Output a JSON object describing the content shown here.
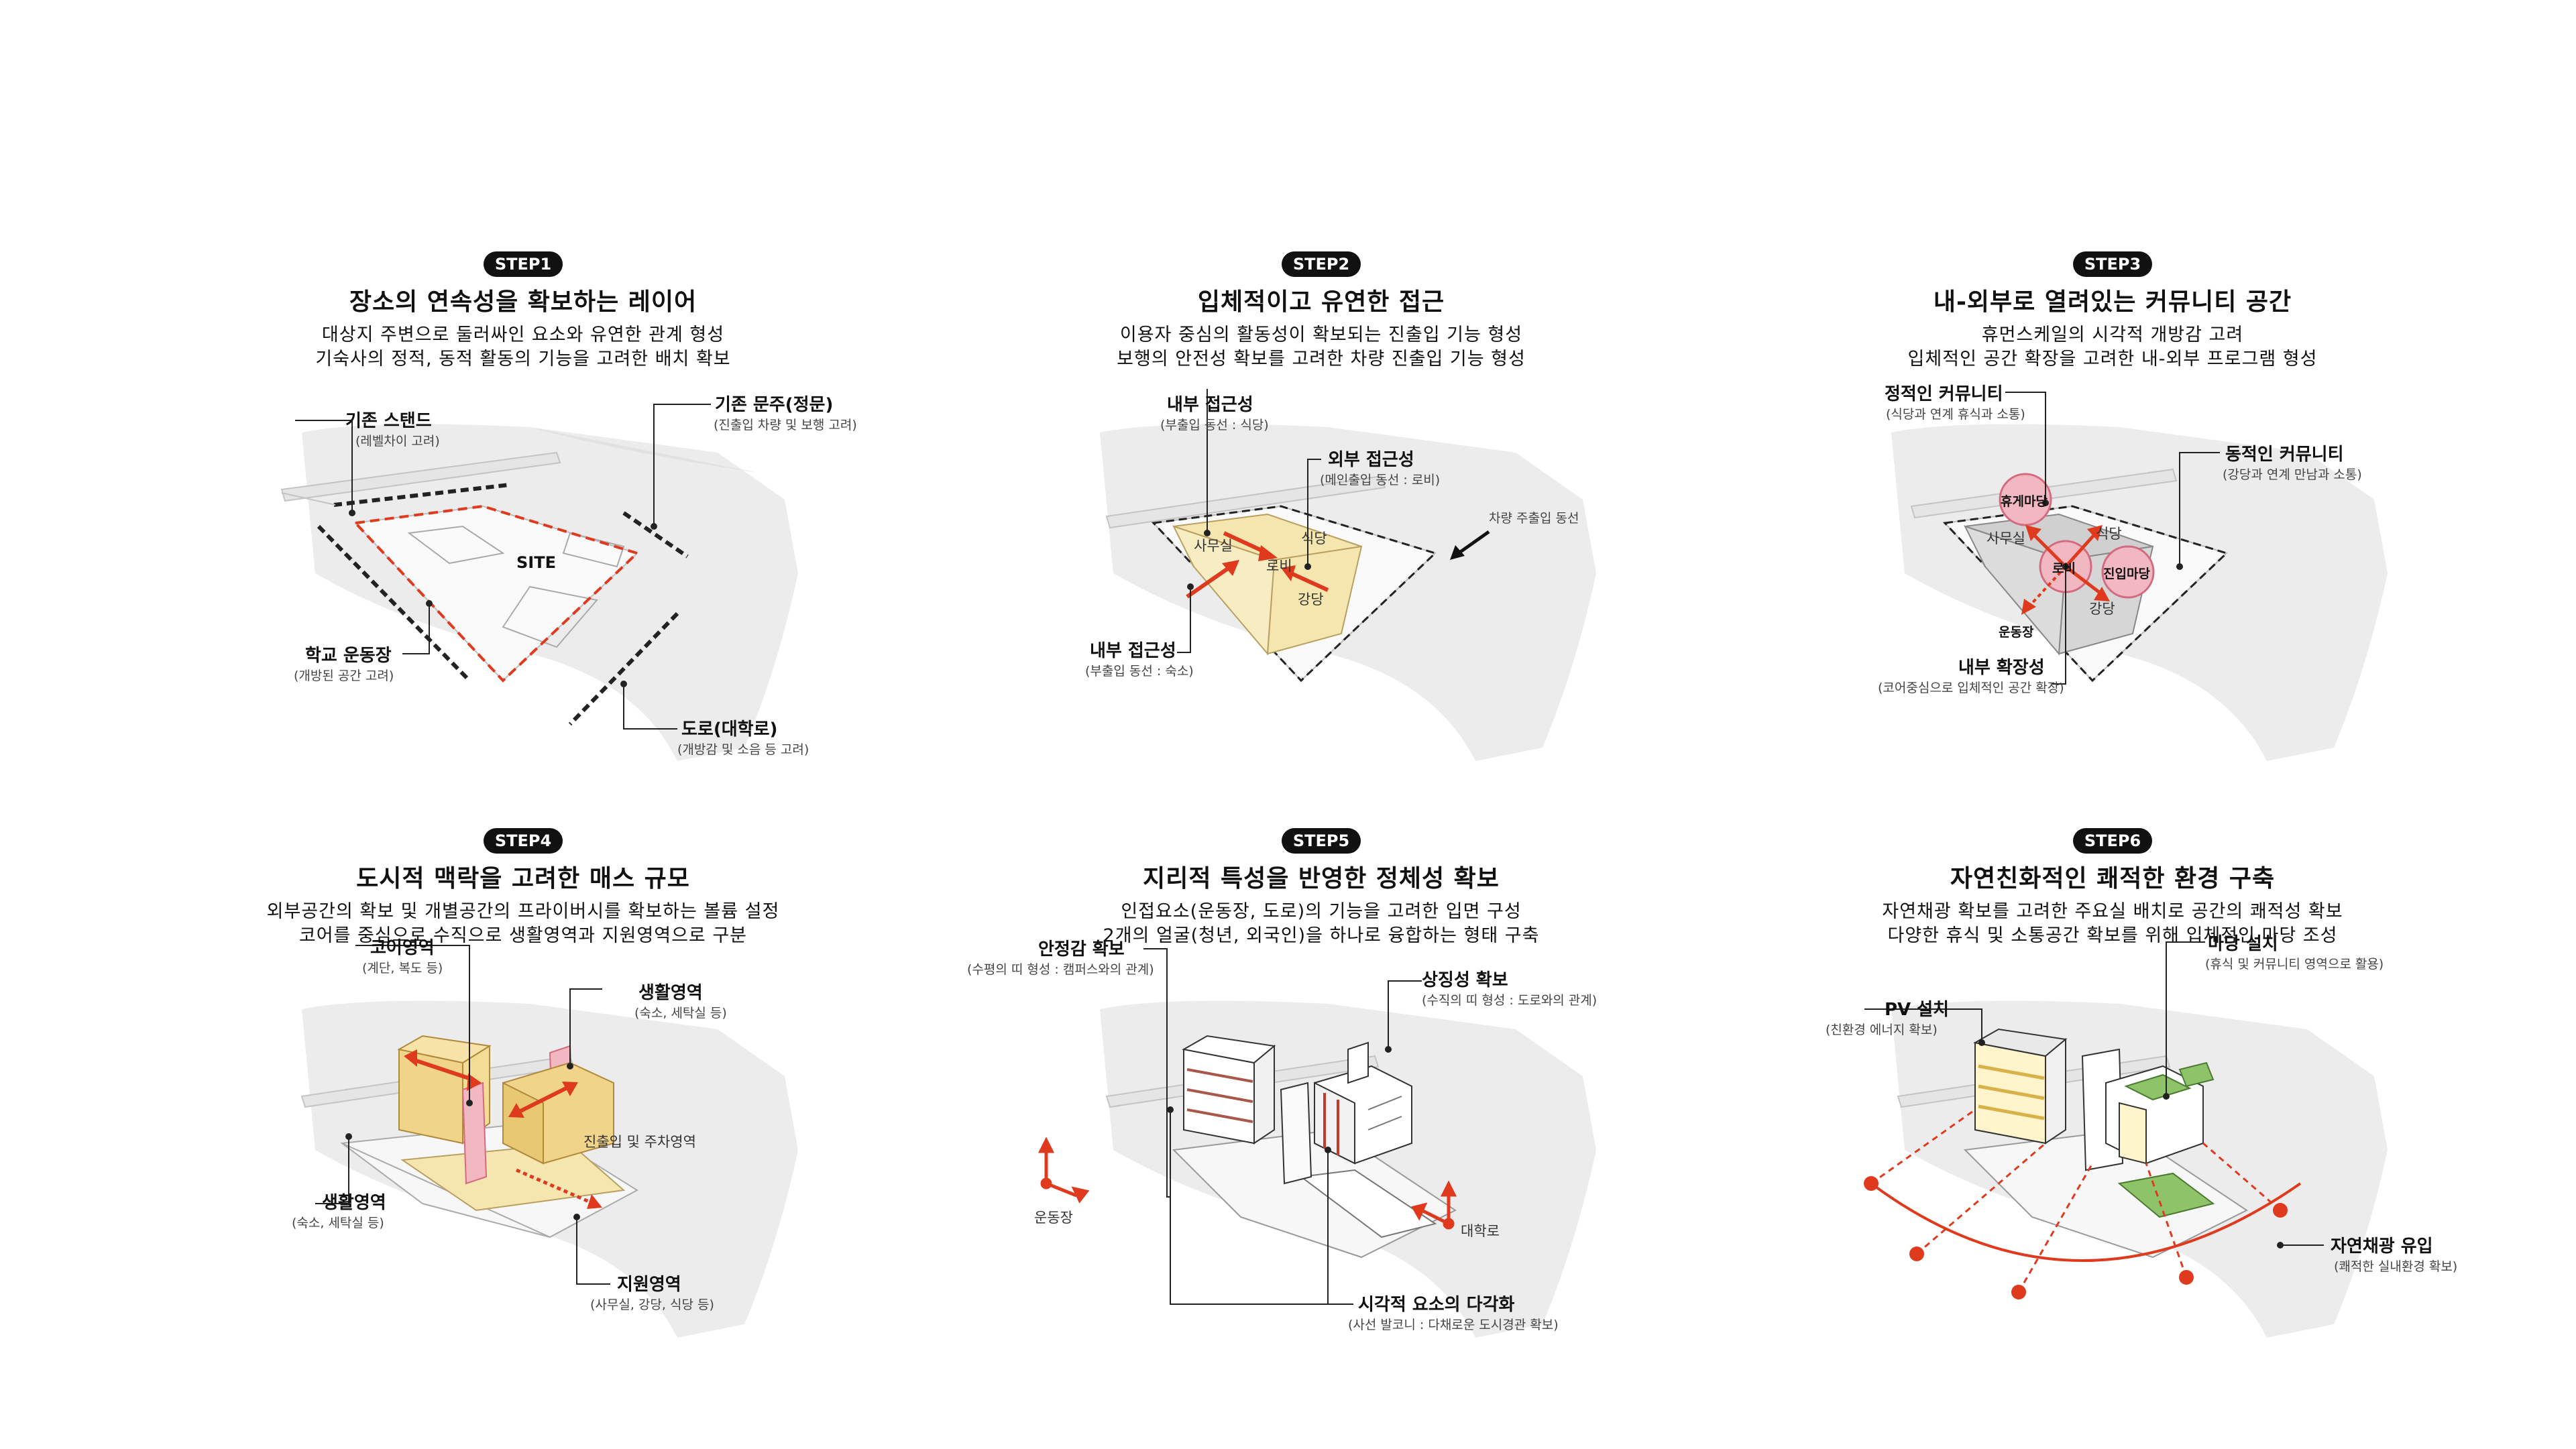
{
  "steps": [
    {
      "badge": "STEP1",
      "title": "장소의 연속성을 확보하는 레이어",
      "desc": [
        "대상지 주변으로 둘러싸인 요소와 유연한 관계 형성",
        "기숙사의 정적, 동적 활동의 기능을 고려한 배치 확보"
      ],
      "site": "SITE",
      "labels": [
        {
          "title": "기존 스탠드",
          "sub": "(레벨차이 고려)"
        },
        {
          "title": "기존 문주(정문)",
          "sub": "(진출입 차량 및 보행 고려)"
        },
        {
          "title": "학교 운동장",
          "sub": "(개방된 공간 고려)"
        },
        {
          "title": "도로(대학로)",
          "sub": "(개방감 및 소음 등 고려)"
        }
      ]
    },
    {
      "badge": "STEP2",
      "title": "입체적이고 유연한 접근",
      "desc": [
        "이용자 중심의 활동성이 확보되는 진출입 기능 형성",
        "보행의 안전성 확보를 고려한 차량 진출입 기능 형성"
      ],
      "rooms": [
        "사무실",
        "식당",
        "로비",
        "강당"
      ],
      "car": "차량 주출입 동선",
      "labels": [
        {
          "title": "내부 접근성",
          "sub": "(부출입 동선 : 식당)"
        },
        {
          "title": "외부 접근성",
          "sub": "(메인출입 동선 : 로비)"
        },
        {
          "title": "내부 접근성",
          "sub": "(부출입 동선 : 숙소)"
        }
      ]
    },
    {
      "badge": "STEP3",
      "title": "내-외부로 열려있는 커뮤니티 공간",
      "desc": [
        "휴먼스케일의 시각적 개방감 고려",
        "입체적인 공간 확장을 고려한 내-외부 프로그램 형성"
      ],
      "rooms": [
        "사무실",
        "식당",
        "강당"
      ],
      "circles": [
        "휴게마당",
        "로비",
        "진입마당"
      ],
      "ground": "운동장",
      "labels": [
        {
          "title": "정적인 커뮤니티",
          "sub": "(식당과 연계 휴식과 소통)"
        },
        {
          "title": "동적인 커뮤니티",
          "sub": "(강당과 연계 만남과 소통)"
        },
        {
          "title": "내부 확장성",
          "sub": "(코어중심으로 입체적인 공간 확장)"
        }
      ]
    },
    {
      "badge": "STEP4",
      "title": "도시적 맥락을 고려한 매스 규모",
      "desc": [
        "외부공간의 확보 및 개별공간의 프라이버시를 확보하는 볼륨 설정",
        "코어를 중심으로 수직으로 생활영역과 지원영역으로 구분"
      ],
      "entry": "진출입 및 주차영역",
      "labels": [
        {
          "title": "코어영역",
          "sub": "(계단, 복도 등)"
        },
        {
          "title": "생활영역",
          "sub": "(숙소, 세탁실 등)"
        },
        {
          "title": "생활영역",
          "sub": "(숙소, 세탁실 등)"
        },
        {
          "title": "지원영역",
          "sub": "(사무실, 강당, 식당 등)"
        }
      ]
    },
    {
      "badge": "STEP5",
      "title": "지리적 특성을 반영한 정체성 확보",
      "desc": [
        "인접요소(운동장, 도로)의 기능을 고려한 입면 구성",
        "2개의 얼굴(청년, 외국인)을 하나로 융합하는 형태 구축"
      ],
      "ground": "운동장",
      "road": "대학로",
      "labels": [
        {
          "title": "안정감 확보",
          "sub": "(수평의 띠 형성 : 캠퍼스와의 관계)"
        },
        {
          "title": "상징성 확보",
          "sub": "(수직의 띠 형성 : 도로와의 관계)"
        },
        {
          "title": "시각적 요소의 다각화",
          "sub": "(사선 발코니 : 다채로운 도시경관 확보)"
        }
      ]
    },
    {
      "badge": "STEP6",
      "title": "자연친화적인 쾌적한 환경 구축",
      "desc": [
        "자연채광 확보를 고려한 주요실 배치로 공간의 쾌적성 확보",
        "다양한 휴식 및 소통공간 확보를 위해 입체적인 마당 조성"
      ],
      "labels": [
        {
          "title": "마당 설치",
          "sub": "(휴식 및 커뮤니티 영역으로 활용)"
        },
        {
          "title": "PV 설치",
          "sub": "(친환경 에너지 확보)"
        },
        {
          "title": "자연채광 유입",
          "sub": "(쾌적한 실내환경 확보)"
        }
      ]
    }
  ]
}
